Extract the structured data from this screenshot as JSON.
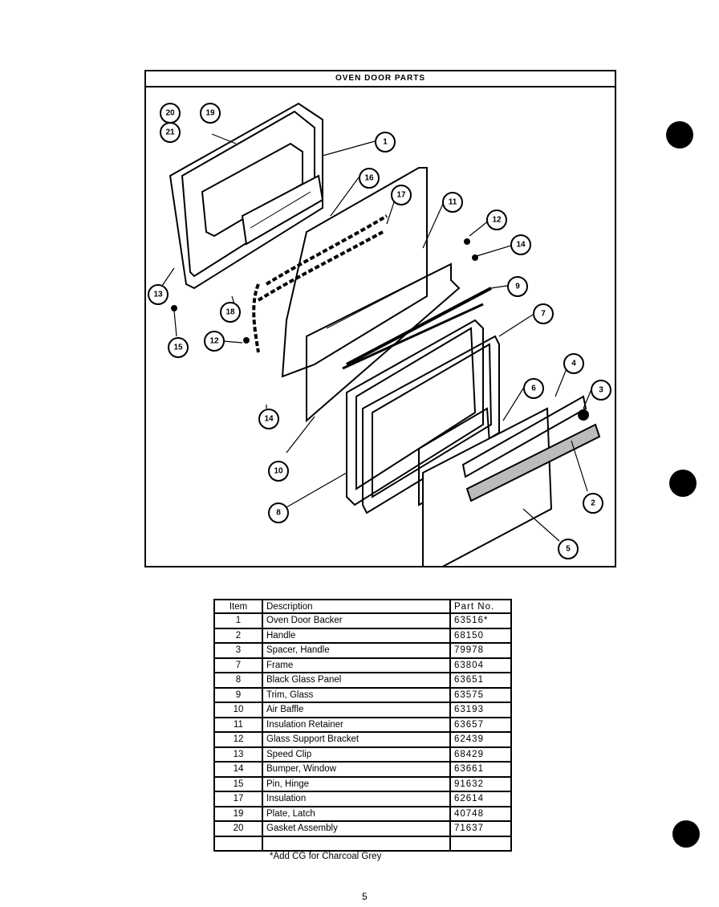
{
  "diagram": {
    "title": "OVEN DOOR PARTS",
    "callouts": [
      "20",
      "21",
      "19",
      "1",
      "16",
      "17",
      "11",
      "12",
      "14",
      "13",
      "18",
      "15",
      "12",
      "9",
      "7",
      "14",
      "4",
      "3",
      "6",
      "10",
      "8",
      "2",
      "5"
    ]
  },
  "table": {
    "headers": {
      "item": "Item",
      "description": "Description",
      "part_no": "Part No."
    },
    "rows": [
      {
        "item": "1",
        "description": "Oven Door Backer",
        "part_no": "63516*"
      },
      {
        "item": "2",
        "description": "Handle",
        "part_no": "68150"
      },
      {
        "item": "3",
        "description": "Spacer, Handle",
        "part_no": "79978"
      },
      {
        "item": "7",
        "description": "Frame",
        "part_no": "63804"
      },
      {
        "item": "8",
        "description": "Black Glass Panel",
        "part_no": "63651"
      },
      {
        "item": "9",
        "description": "Trim, Glass",
        "part_no": "63575"
      },
      {
        "item": "10",
        "description": "Air Baffle",
        "part_no": "63193"
      },
      {
        "item": "11",
        "description": "Insulation Retainer",
        "part_no": "63657"
      },
      {
        "item": "12",
        "description": "Glass Support Bracket",
        "part_no": "62439"
      },
      {
        "item": "13",
        "description": "Speed Clip",
        "part_no": "68429"
      },
      {
        "item": "14",
        "description": "Bumper, Window",
        "part_no": "63661"
      },
      {
        "item": "15",
        "description": "Pin, Hinge",
        "part_no": "91632"
      },
      {
        "item": "17",
        "description": "Insulation",
        "part_no": "62614"
      },
      {
        "item": "19",
        "description": "Plate, Latch",
        "part_no": "40748"
      },
      {
        "item": "20",
        "description": "Gasket Assembly",
        "part_no": "71637"
      },
      {
        "item": "",
        "description": "",
        "part_no": ""
      }
    ]
  },
  "footnote": "*Add CG for Charcoal Grey",
  "page_number": "5"
}
